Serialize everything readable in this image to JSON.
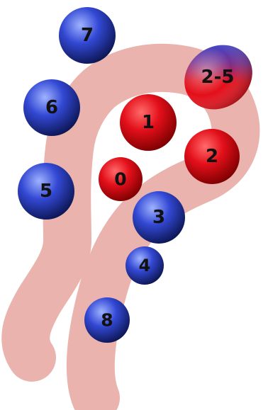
{
  "colors": {
    "background": "#ffffff",
    "track": "#eab3ad",
    "red_light": "#ff6b6b",
    "red_mid": "#e30f1a",
    "red_dark": "#7a0000",
    "blue_light": "#9fb3ff",
    "blue_mid": "#3348d4",
    "blue_dark": "#0b1550"
  },
  "balls": [
    {
      "label": "7",
      "color": "blue"
    },
    {
      "label": "6",
      "color": "blue"
    },
    {
      "label": "5",
      "color": "blue"
    },
    {
      "label": "1",
      "color": "red"
    },
    {
      "label": "0",
      "color": "red"
    },
    {
      "label": "2",
      "color": "red"
    },
    {
      "label": "3",
      "color": "blue"
    },
    {
      "label": "4",
      "color": "blue"
    },
    {
      "label": "8",
      "color": "blue"
    },
    {
      "label": "2-5",
      "color": "red-blue"
    }
  ]
}
